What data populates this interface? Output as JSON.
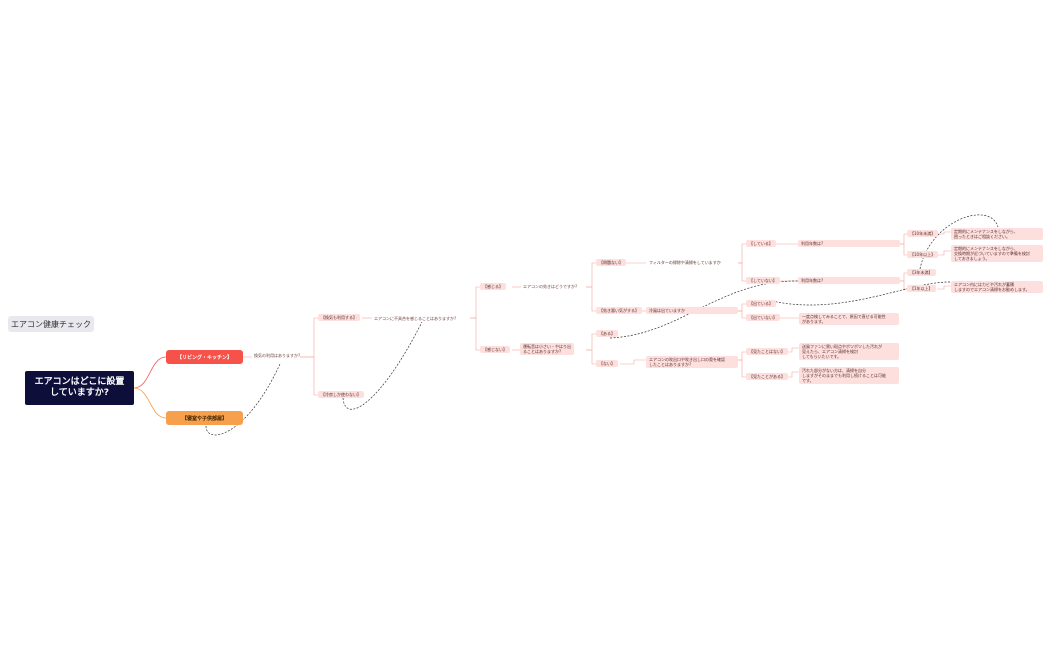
{
  "title": "エアコン健康チェック",
  "root": "エアコンはどこに設置\nしていますか?",
  "colors": {
    "branch_red": "#f6524a",
    "branch_orange": "#f6a04d",
    "root": "#0e0e3a",
    "pill": "#fde0de",
    "line": "#f3a39a"
  },
  "nodes": {
    "living": "【リビング・キッチン】",
    "bedroom": "【寝室や子供部屋】",
    "q_kanki": "換気の利用はありますか?",
    "kanki_use": "【換気も利用する】",
    "reihou_only": "【冷房しか使わない】",
    "q_fuchou": "エアコンに不具合を感じることはありますか?",
    "kanjiru": "【感じる】",
    "kanjinai": "【感じない】",
    "q_ugoki": "エアコンの効きはどうですか?",
    "mondainai": "【問題ない】",
    "kiki_warui": "【効き悪い気がする】",
    "q_filter": "フィルターの掃除や清掃をしていますか",
    "shiteiru": "【している】",
    "shiteinai": "【していない】",
    "riyou1": "利用年数は?",
    "riyou2": "利用年数は?",
    "y10a": "【10年未満】",
    "y10b": "【10年以上】",
    "y3": "【3年未満】",
    "y1": "【1年以上】",
    "txt_maint1": "定期的にメンテナンスをしながら、\n困ったときはご相談ください。",
    "txt_maint2": "定期的にメンテナンスをしながら、\n交換時期が近づいていますので準備を検討\nしておきましょう。",
    "txt_kansou": "エアコン内にはカビや汚れが蓄積\nしますのでエアコン清掃をお勧めします。",
    "q_kaze": "冷風は出ていますか",
    "deteiru": "【出ている】",
    "deteinai": "【出ていない】",
    "txt_gas": "一度点検してみることで、原因で直せる可能性\nがあります。",
    "q_unten": "運転音は小さい・やはり出\nることはありますか?",
    "aru": "【ある】",
    "nai": "【ない】",
    "q_kakunin": "エアコンの吹出口や吹き出し口の奥を確認\nしたことはありますか?",
    "mitakoto_nai": "【見たことはない】",
    "mitakoto_aru": "【見たことがある】",
    "txt_fan": "送風ファンに黒い斑点やボツボツした汚れが\n見えたら、エアコン清掃を検討\nしてもらいたいです。",
    "txt_kabi": "汚れた部分がない方は、清掃を自分\nしますがそのままでも利用し続けることは可能\nです。"
  }
}
